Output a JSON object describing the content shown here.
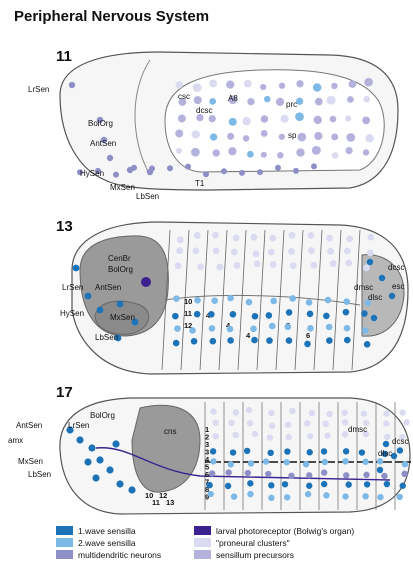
{
  "title": "Peripheral Nervous System",
  "colors": {
    "wave1": "#1d73b8",
    "wave2": "#7db9e6",
    "multidendritic": "#8f8fc8",
    "larval_photoreceptor": "#3b2290",
    "proneural": "#dadaf0",
    "precursor": "#b4b2dc",
    "outline": "#555555",
    "shade": "#9a9a9a"
  },
  "stages": [
    {
      "number": "11",
      "labels": {
        "lrsen": "LrSen",
        "bolorg": "BolOrg",
        "antsen": "AntSen",
        "hysen": "HySen",
        "mxsen": "MxSen",
        "lbsen": "LbSen",
        "t1": "T1",
        "csc": "csc",
        "dcsc": "dcsc",
        "a8": "A8",
        "prc": "prc",
        "sp": "sp"
      }
    },
    {
      "number": "13",
      "labels": {
        "cenbr": "CenBr",
        "bolorg": "BolOrg",
        "antsen": "AntSen",
        "lrsen": "LrSen",
        "hysen": "HySen",
        "mxsen": "MxSen",
        "lbsen": "LbSen",
        "dmsc": "dmsc",
        "dlsc": "dlsc",
        "dcsc": "dcsc",
        "esc": "esc"
      },
      "segment_marks": [
        "10",
        "11",
        "12",
        "4",
        "4",
        "4",
        "5",
        "5",
        "6"
      ]
    },
    {
      "number": "17",
      "labels": {
        "antsen": "AntSen",
        "lrsen": "LrSen",
        "bolorg": "BolOrg",
        "amx": "amx",
        "mxsen": "MxSen",
        "lbsen": "LbSen",
        "cns": "cns",
        "dmsc": "dmsc",
        "dcsc": "dcsc",
        "dlsc": "dlsc"
      },
      "segment_marks": [
        "1",
        "2",
        "3",
        "3",
        "4",
        "5",
        "6",
        "7",
        "8",
        "9",
        "10",
        "11",
        "12",
        "13"
      ]
    }
  ],
  "legend": [
    {
      "label": "1.wave sensilla",
      "color": "#1d73b8"
    },
    {
      "label": "larval photoreceptor (Bolwig's organ)",
      "color": "#3b2290"
    },
    {
      "label": "2.wave sensilla",
      "color": "#7db9e6"
    },
    {
      "label": "\"proneural clusters\"",
      "color": "#dadaf0"
    },
    {
      "label": "multidendritic neurons",
      "color": "#8f8fc8"
    },
    {
      "label": "sensillum precursors",
      "color": "#b4b2dc"
    }
  ]
}
